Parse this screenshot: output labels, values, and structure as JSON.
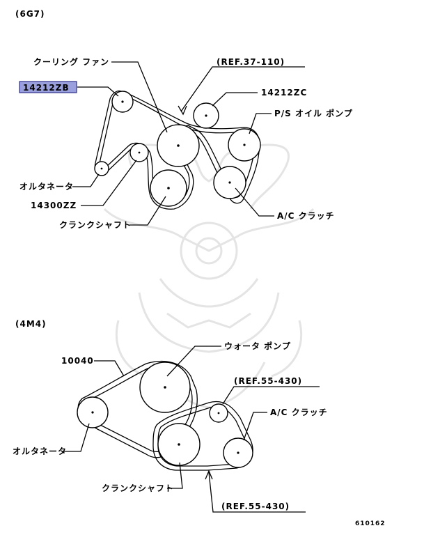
{
  "diagram": {
    "ref_id": "610162",
    "section_6g7": {
      "heading": "(6G7)",
      "labels": {
        "cooling_fan": "クーリング ファン",
        "ref_37_110": "(REF.37-110)",
        "part_14212zb": "14212ZB",
        "part_14212zc": "14212ZC",
        "ps_oil_pump": "P/S オイル ポンプ",
        "alternator": "オルタネータ",
        "part_14300zz": "14300ZZ",
        "crankshaft": "クランクシャフト",
        "ac_clutch": "A/C クラッチ"
      }
    },
    "section_4m4": {
      "heading": "(4M4)",
      "labels": {
        "water_pump": "ウォータ ポンプ",
        "part_10040": "10040",
        "ref_55_430_top": "(REF.55-430)",
        "ac_clutch": "A/C クラッチ",
        "alternator": "オルタネータ",
        "crankshaft": "クランクシャフト",
        "ref_55_430_bottom": "(REF.55-430)"
      }
    },
    "highlight_color": "#9aa0dd"
  }
}
